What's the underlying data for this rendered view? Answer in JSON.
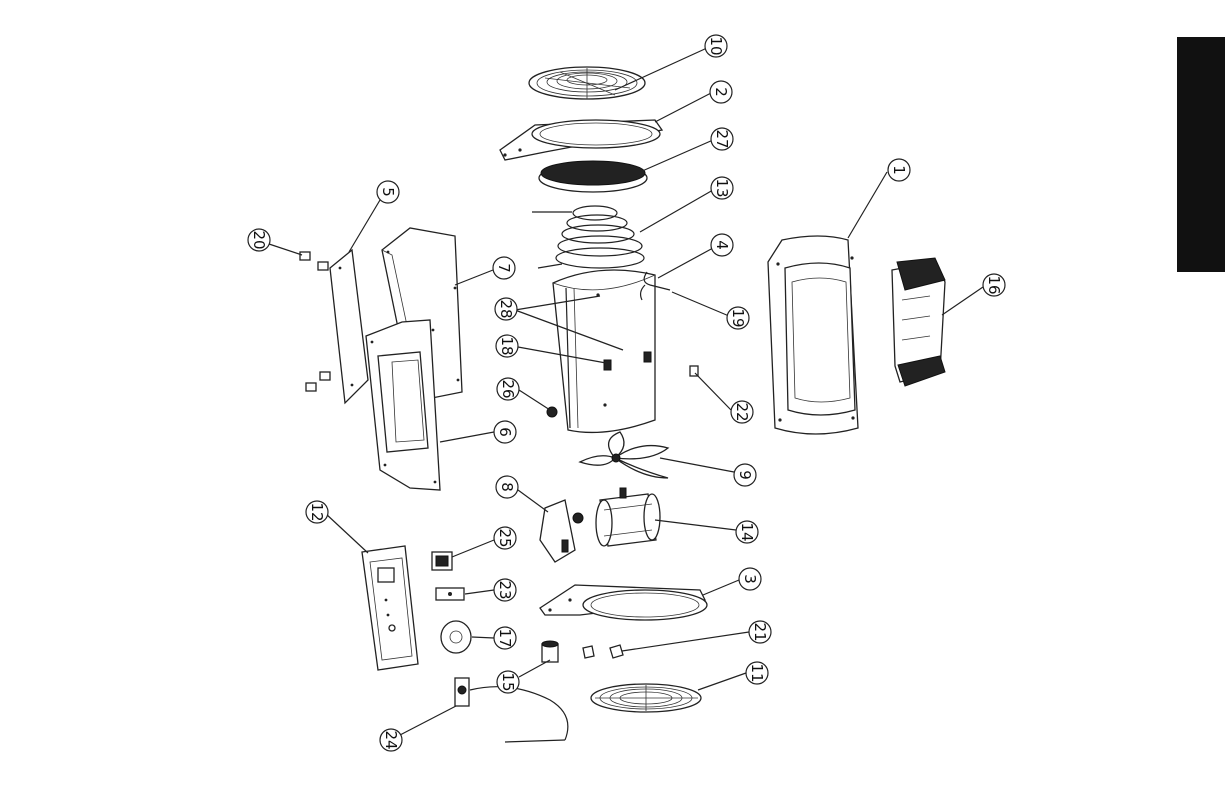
{
  "callouts": [
    {
      "id": "p10",
      "label": "10"
    },
    {
      "id": "p2",
      "label": "2"
    },
    {
      "id": "p27",
      "label": "27"
    },
    {
      "id": "p13",
      "label": "13"
    },
    {
      "id": "p1",
      "label": "1"
    },
    {
      "id": "p5",
      "label": "5"
    },
    {
      "id": "p20",
      "label": "20"
    },
    {
      "id": "p7",
      "label": "7"
    },
    {
      "id": "p4",
      "label": "4"
    },
    {
      "id": "p16",
      "label": "16"
    },
    {
      "id": "p28",
      "label": "28"
    },
    {
      "id": "p19",
      "label": "19"
    },
    {
      "id": "p18",
      "label": "18"
    },
    {
      "id": "p26",
      "label": "26"
    },
    {
      "id": "p22",
      "label": "22"
    },
    {
      "id": "p6",
      "label": "6"
    },
    {
      "id": "p9",
      "label": "9"
    },
    {
      "id": "p8",
      "label": "8"
    },
    {
      "id": "p12",
      "label": "12"
    },
    {
      "id": "p14",
      "label": "14"
    },
    {
      "id": "p25",
      "label": "25"
    },
    {
      "id": "p3",
      "label": "3"
    },
    {
      "id": "p23",
      "label": "23"
    },
    {
      "id": "p17",
      "label": "17"
    },
    {
      "id": "p21",
      "label": "21"
    },
    {
      "id": "p15",
      "label": "15"
    },
    {
      "id": "p11",
      "label": "11"
    },
    {
      "id": "p24",
      "label": "24"
    }
  ],
  "colors": {
    "ink": "#111111",
    "tab": "#111111",
    "paper": "#ffffff"
  }
}
